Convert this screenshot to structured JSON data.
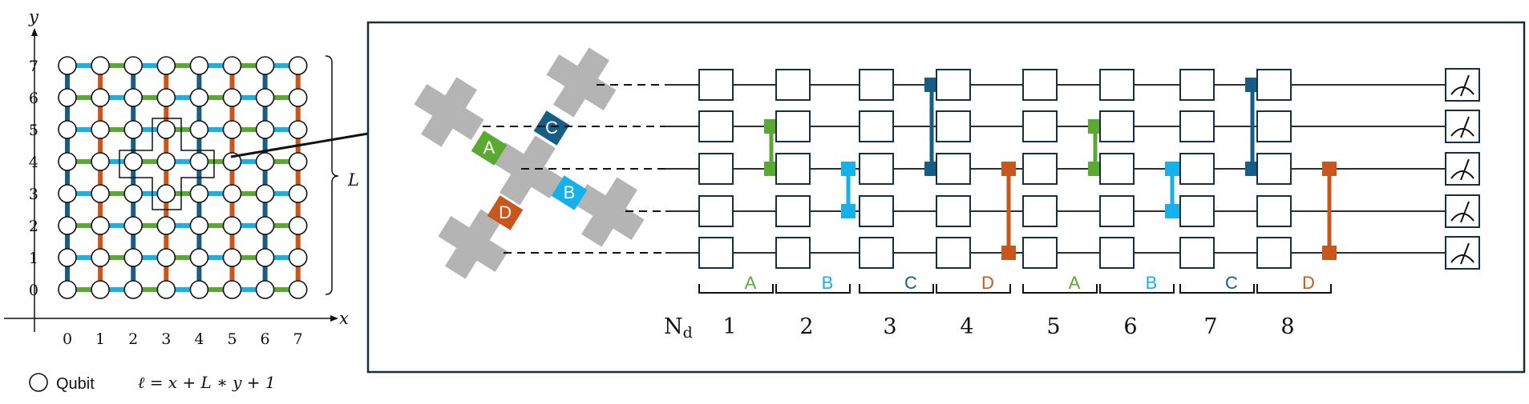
{
  "colors": {
    "A": "#5aaa32",
    "B": "#16b0ea",
    "C": "#175e86",
    "D": "#c9561b",
    "qubit_gray": "#b4b4b4",
    "box_stroke": "#14303f"
  },
  "lattice": {
    "x_axis_label": "x",
    "y_axis_label": "y",
    "x_ticks": [
      "0",
      "1",
      "2",
      "3",
      "4",
      "5",
      "6",
      "7"
    ],
    "y_ticks": [
      "0",
      "1",
      "2",
      "3",
      "4",
      "5",
      "6",
      "7"
    ],
    "size_label": "L",
    "legend_label": "Qubit",
    "index_formula": "ℓ = x + L ∗ y + 1"
  },
  "plaquette": {
    "labels": [
      "A",
      "B",
      "C",
      "D"
    ]
  },
  "circuit": {
    "rows": 5,
    "layers": [
      {
        "number": "1",
        "label": "A"
      },
      {
        "number": "2",
        "label": "B"
      },
      {
        "number": "3",
        "label": "C"
      },
      {
        "number": "4",
        "label": "D"
      },
      {
        "number": "5",
        "label": "A"
      },
      {
        "number": "6",
        "label": "B"
      },
      {
        "number": "7",
        "label": "C"
      },
      {
        "number": "8",
        "label": "D"
      }
    ],
    "n_label": "N",
    "n_subscript": "d"
  }
}
